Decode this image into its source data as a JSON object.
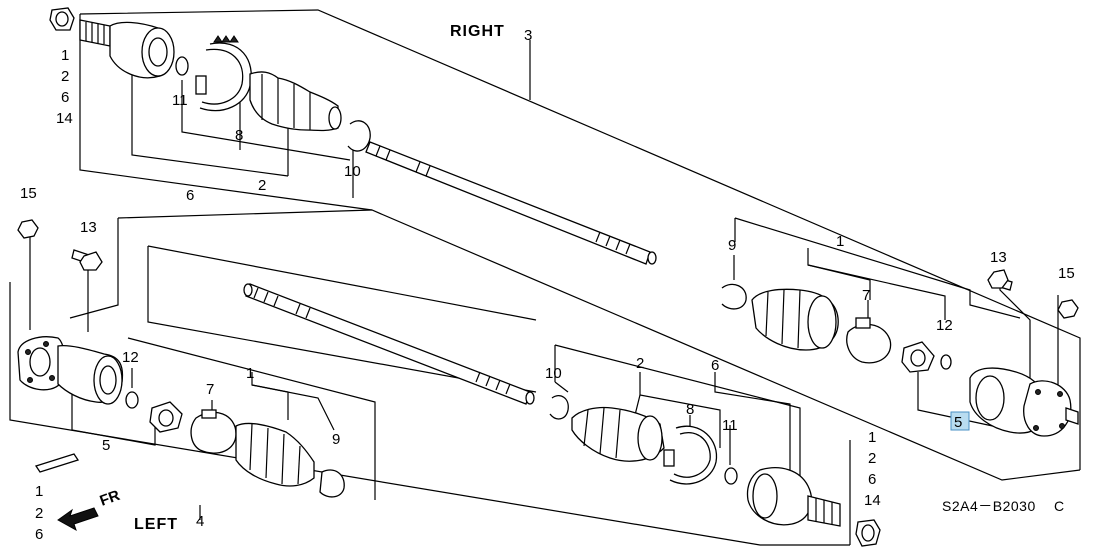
{
  "title_right": "RIGHT",
  "title_left": "LEFT",
  "front_arrow": "FR",
  "diagram_code": "S2A4－B2030",
  "diagram_code_suffix": "C",
  "labels": {
    "r_nut_stack": [
      "1",
      "2",
      "6",
      "14"
    ],
    "r_11": "11",
    "r_8": "8",
    "r_6": "6",
    "r_2": "2",
    "r_10": "10",
    "r_3": "3",
    "l_15": "15",
    "l_13": "13",
    "l_12": "12",
    "l_7": "7",
    "l_1": "1",
    "l_5": "5",
    "l_9": "9",
    "l_4": "4",
    "l_nut_stack": [
      "1",
      "2",
      "6"
    ],
    "c_10": "10",
    "c_2": "2",
    "c_6": "6",
    "c_8": "8",
    "c_11": "11",
    "c_stack": [
      "1",
      "2",
      "6",
      "14"
    ],
    "rr_9": "9",
    "rr_1": "1",
    "rr_7": "7",
    "rr_12": "12",
    "rr_5": "5",
    "rr_13": "13",
    "rr_15": "15"
  },
  "highlight_part": "5"
}
